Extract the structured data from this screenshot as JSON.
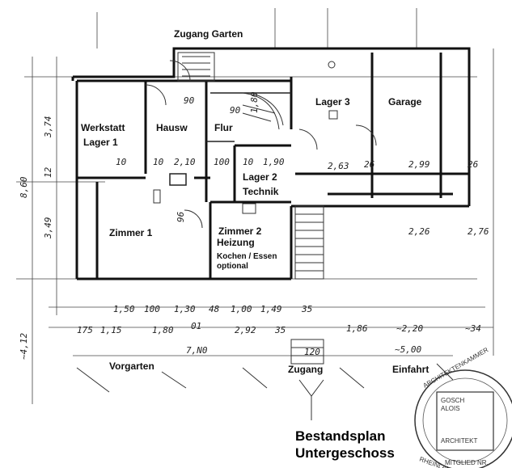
{
  "plan": {
    "title_line1": "Bestandsplan",
    "title_line2": "Untergeschoss"
  },
  "rooms": {
    "zugang_garten": "Zugang Garten",
    "werkstatt": "Werkstatt",
    "lager1": "Lager 1",
    "hausw": "Hausw",
    "flur": "Flur",
    "lager3": "Lager 3",
    "garage": "Garage",
    "lager2": "Lager 2",
    "technik": "Technik",
    "zimmer1": "Zimmer 1",
    "zimmer2": "Zimmer 2",
    "heizung": "Heizung",
    "kochen": "Kochen / Essen",
    "optional": "optional",
    "vorgarten": "Vorgarten",
    "zugang": "Zugang",
    "einfahrt": "Einfahrt"
  },
  "dimensions": {
    "left_total": "8,60",
    "left_top": "3,74",
    "left_mid": "12",
    "left_low": "3,49",
    "left_bottom": "~4,12",
    "d_top_90": "90",
    "d_flur_90": "90",
    "d_1_80": "1,80",
    "d_10a": "10",
    "d_10b": "10",
    "d_2_10": "2,10",
    "d_100": "100",
    "d_10c": "10",
    "d_1_90": "1,90",
    "d_2_63": "2,63",
    "d_26": "26",
    "d_2_99": "2,99",
    "d_26r": "26",
    "d_96": "96",
    "d_2_26": "2,26",
    "d_2_76": "2,76",
    "b_1_50": "1,50",
    "b_100": "100",
    "b_1_30": "1,30",
    "b_48": "48",
    "b_1_00": "1,00",
    "b_1_49": "1,49",
    "b_35": "35",
    "b_175": "175",
    "b_1_15": "1,15",
    "b_1_80": "1,80",
    "b_01": "01",
    "b_2_92": "2,92",
    "b_35b": "35",
    "b_1_86": "1,86",
    "b_2_20": "~2,20",
    "b_34": "~34",
    "b_7_n0": "7,N0",
    "b_5_00": "~5,00",
    "b_120": "120"
  },
  "stamp": {
    "ring_text": "ARCHITEKTENKAMMER",
    "name1": "GOSCH",
    "name2": "ALOIS",
    "role": "ARCHITEKT",
    "bottom": "RHEINLAND-PFALZ",
    "member": "MITGLIED NR."
  }
}
